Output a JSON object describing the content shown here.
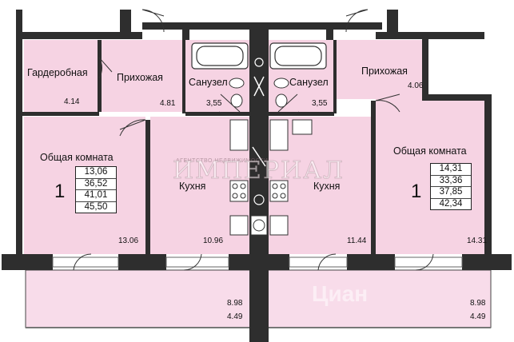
{
  "watermark": {
    "brand": "ИМПЕРИАЛ",
    "brand_small": "АГЕНТСТВО НЕДВИЖИМОСТИ",
    "site": "Циан"
  },
  "colors": {
    "room_fill": "#f6d3e3",
    "wall": "#2e2e2e",
    "balcony": "#f8dcea"
  },
  "left_unit": {
    "rooms": {
      "wardrobe": {
        "name": "Гардеробная",
        "area": "4.14"
      },
      "hall": {
        "name": "Прихожая",
        "area": "4.81"
      },
      "bath": {
        "name": "Санузел",
        "area": "3,55"
      },
      "living": {
        "name": "Общая комната",
        "area": "13.06"
      },
      "kitchen": {
        "name": "Кухня",
        "area": "10.96"
      },
      "balcony": {
        "area_full": "8.98",
        "area_half": "4.49"
      }
    },
    "room_count": "1",
    "areas": [
      "13,06",
      "36,52",
      "41,01",
      "45,50"
    ]
  },
  "right_unit": {
    "rooms": {
      "bath": {
        "name": "Санузел",
        "area": "3,55"
      },
      "hall": {
        "name": "Прихожая",
        "area": "4.06"
      },
      "living": {
        "name": "Общая комната",
        "area": "14.31"
      },
      "kitchen": {
        "name": "Кухня",
        "area": "11.44"
      },
      "balcony": {
        "area_full": "8.98",
        "area_half": "4.49"
      }
    },
    "room_count": "1",
    "areas": [
      "14,31",
      "33,36",
      "37,85",
      "42,34"
    ]
  }
}
